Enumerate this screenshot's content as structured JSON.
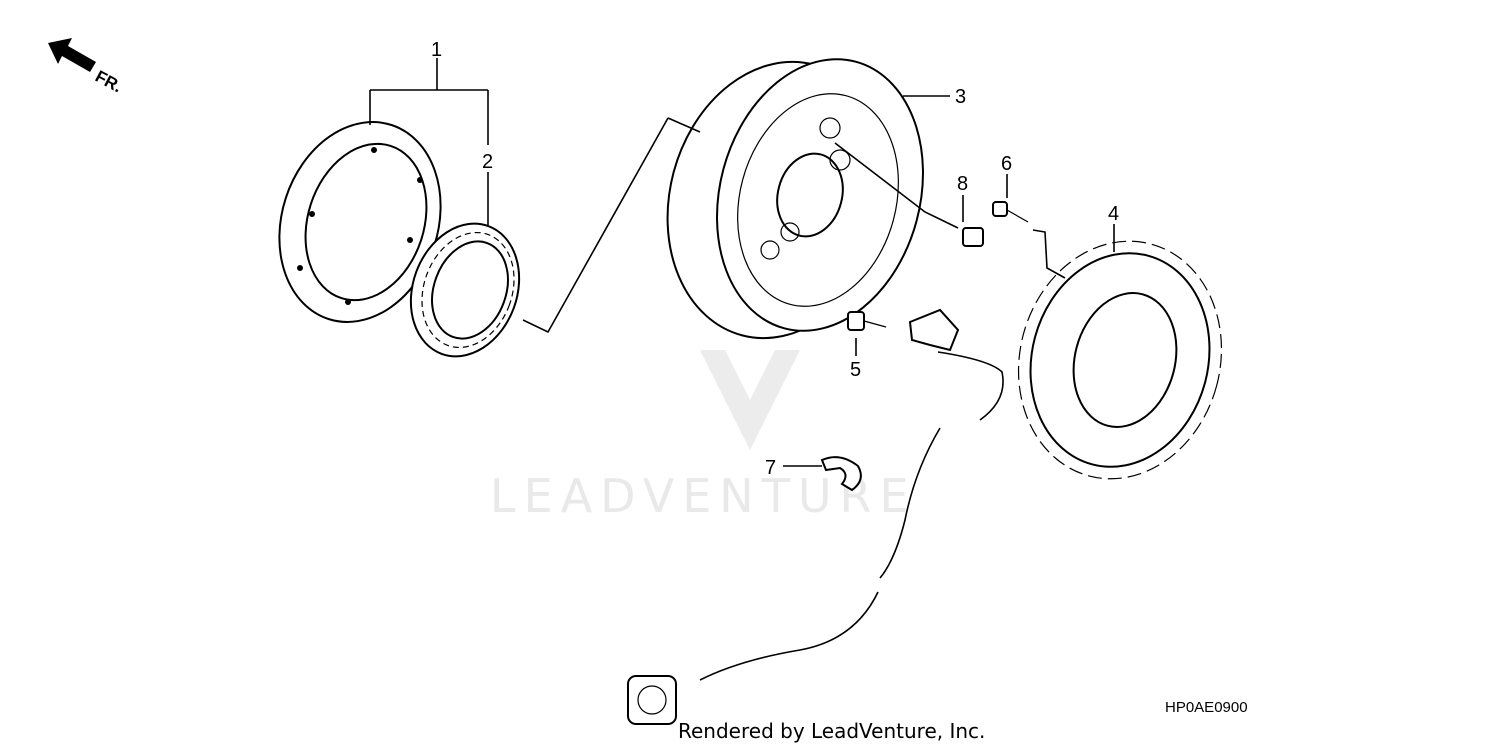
{
  "diagram": {
    "direction_label": "FR.",
    "watermark_text": "LEADVENTURE",
    "drawing_code": "HP0AE0900",
    "credit": "Rendered by LeadVenture, Inc.",
    "callouts": [
      {
        "id": "1",
        "label": "1"
      },
      {
        "id": "2",
        "label": "2"
      },
      {
        "id": "3",
        "label": "3"
      },
      {
        "id": "4",
        "label": "4"
      },
      {
        "id": "5",
        "label": "5"
      },
      {
        "id": "6",
        "label": "6"
      },
      {
        "id": "7",
        "label": "7"
      },
      {
        "id": "8",
        "label": "8"
      }
    ]
  }
}
